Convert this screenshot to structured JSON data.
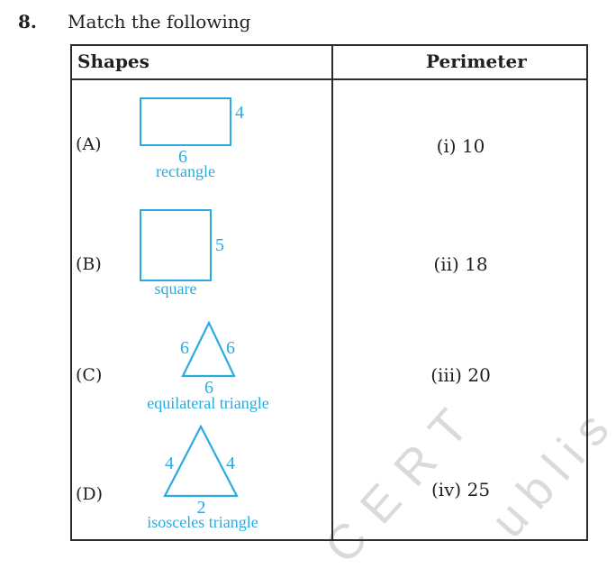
{
  "question": {
    "number": "8.",
    "title": "Match the following"
  },
  "table": {
    "header": {
      "shapes": "Shapes",
      "perimeter": "Perimeter"
    },
    "rows": [
      {
        "key": "(A)",
        "shape_type": "rectangle",
        "shape_label": "rectangle",
        "side_labels": {
          "right": "4",
          "bottom": "6"
        },
        "perimeter": "(i) 10"
      },
      {
        "key": "(B)",
        "shape_type": "square",
        "shape_label": "square",
        "side_labels": {
          "right": "5"
        },
        "perimeter": "(ii) 18"
      },
      {
        "key": "(C)",
        "shape_type": "equilateral-triangle",
        "shape_label": "equilateral triangle",
        "side_labels": {
          "left": "6",
          "right": "6",
          "bottom": "6"
        },
        "perimeter": "(iii) 20"
      },
      {
        "key": "(D)",
        "shape_type": "isosceles-triangle",
        "shape_label": "isosceles triangle",
        "side_labels": {
          "left": "4",
          "right": "4",
          "bottom": "2"
        },
        "perimeter": "(iv) 25"
      }
    ]
  },
  "watermark": {
    "fragment1": "CERT",
    "fragment2": "ublis"
  },
  "colors": {
    "shape_blue": "#29abe2",
    "text_black": "#231f20",
    "watermark_gray": "#dadada"
  }
}
